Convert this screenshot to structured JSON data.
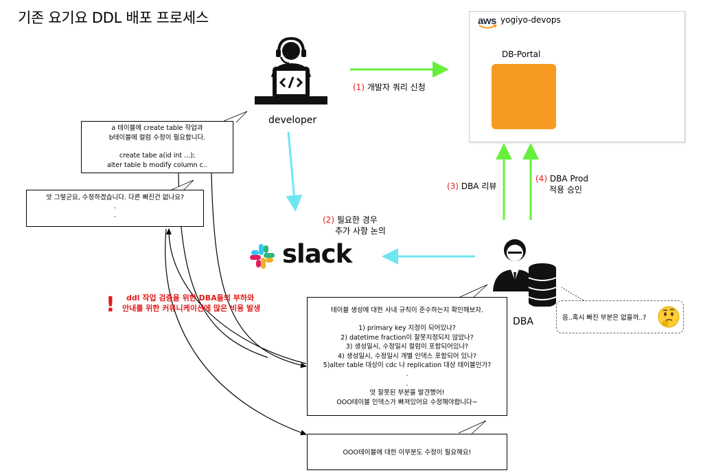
{
  "title": "기존 요기요 DDL 배포 프로세스",
  "aws": {
    "logo": "aws",
    "account": "yogiyo-devops"
  },
  "portal": {
    "label": "DB-Portal",
    "color": "#F79A22"
  },
  "developer": {
    "label": "developer",
    "icon": "developer-laptop-icon"
  },
  "dba": {
    "label": "DBA",
    "icon": "dba-database-icon"
  },
  "slack": {
    "wordmark": "slack",
    "icon": "slack-logo-icon"
  },
  "steps": {
    "s1": {
      "num": "(1)",
      "text": "개발자 쿼리 신청"
    },
    "s2": {
      "num": "(2)",
      "line1": "필요한 경우",
      "line2": "추가 사항 논의"
    },
    "s3": {
      "num": "(3)",
      "text": "DBA 리뷰"
    },
    "s4": {
      "num": "(4)",
      "line1": "DBA Prod",
      "line2": "적용 승인"
    }
  },
  "dev_bubble": {
    "lines": [
      "a 테이블에 create table 작업과",
      "b테이블에 컬럼 수정이 필요합니다.",
      "",
      "create tabe a(id int ...);",
      "alter table b modify column c.."
    ]
  },
  "reply_bubble": {
    "lines": [
      "앗 그렇군요, 수정하겠습니다. 다른 빠진건 없나요?",
      ".",
      "."
    ]
  },
  "review_box": {
    "lines": [
      "테이블 생성에 대한 사내 규칙이 준수하는지 확인해보자.",
      "",
      "1) primary key 지정이 되어있나?",
      "2) datetime fraction이 잘못지정되지 않았나?",
      "3) 생성일시, 수정일시 컬럼이 포함되어있나?",
      "4) 생성일시, 수정일시 개별 인덱스 포함되어 있나?",
      "5)alter table 대상이 cdc 나 replication 대상 테이블인가?",
      ".",
      ".",
      "엇 잘못된 부분을 발견했어!",
      "OOO테이블 인덱스가 빠져있어요 수정해야합니다~"
    ]
  },
  "final_bubble": {
    "text": "OOO테이블에 대한 이부분도 수정이 필요해요!"
  },
  "thought_bubble": {
    "text": "음..혹시 빠진 부분은 없을까..?",
    "emoji": "🤔",
    "icon": "thinking-face-icon"
  },
  "warning": {
    "line1": "ddl 작업 검증을 위한 DBA들의 부하와",
    "line2": "안내를 위한 커뮤니케이션에 많은 비용 발생",
    "icon": "exclamation-icon"
  },
  "colors": {
    "green_arrow": "#66F03C",
    "cyan_arrow": "#6EE6F0",
    "warning_red": "#E31B1B"
  }
}
